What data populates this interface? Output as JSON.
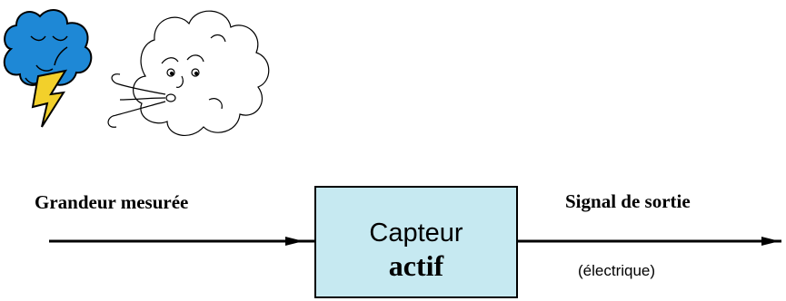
{
  "diagram": {
    "input_label": "Grandeur mesurée",
    "block": {
      "line1": "Capteur",
      "line2": "actif"
    },
    "output_label": "Signal de sortie",
    "output_note": "(électrique)"
  },
  "illustrations": {
    "storm_cloud_icon": "storm-cloud-with-lightning",
    "wind_cloud_icon": "blowing-wind-cloud-face"
  },
  "colors": {
    "box_fill": "#c6e9f1",
    "storm_cloud": "#1e88d6",
    "lightning": "#f2d02b",
    "lines": "#000000"
  }
}
